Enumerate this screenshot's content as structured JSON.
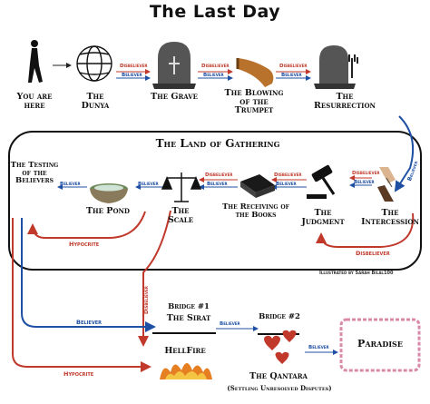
{
  "title": "The Last Day",
  "section_title": "The Land of Gathering",
  "nodes": {
    "you": "You are here",
    "dunya": "The Dunya",
    "grave": "The Grave",
    "trumpet": "The Blowing of the Trumpet",
    "resurrection": "The Resurrection",
    "testing": "The Testing of the Believers",
    "pond": "The Pond",
    "scale": "The Scale",
    "books": "The Receiving of the Books",
    "judgment": "The Judgment",
    "intercession": "The Intercession",
    "bridge1": "Bridge #1",
    "sirat": "The Sirat",
    "bridge2": "Bridge #2",
    "qantara": "The Qantara",
    "qantara_sub": "(Settling Unresolved Disputes)",
    "hellfire": "HellFire",
    "paradise": "Paradise"
  },
  "arrows": {
    "disbeliever": "Disbeliever",
    "believer": "Believer",
    "hypocrite": "Hypocrite"
  },
  "credit": "Illustrated by Sarah Bilal100",
  "colors": {
    "believer": "#1f4fa3",
    "disbeliever": "#c0392b",
    "hypocrite": "#c0392b",
    "line": "#222222"
  },
  "icons": [
    "walking-person-icon",
    "globe-icon",
    "gravestone-icon",
    "horn-icon",
    "rising-hand-icon",
    "bowl-icon",
    "scale-icon",
    "book-icon",
    "gavel-icon",
    "hands-icon",
    "fire-icon",
    "hearts-icon"
  ]
}
